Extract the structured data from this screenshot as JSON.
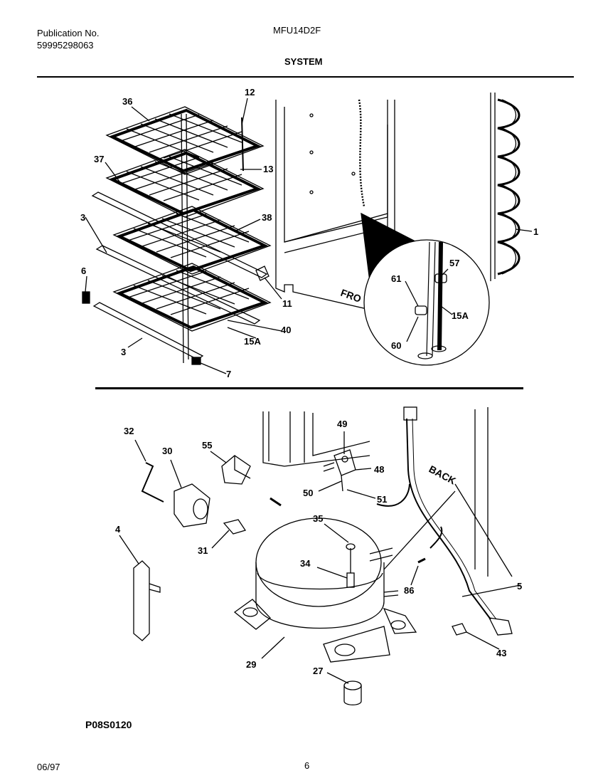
{
  "header": {
    "publication_label": "Publication No.",
    "publication_number": "59995298063",
    "model": "MFU14D2F",
    "section_title": "SYSTEM"
  },
  "callouts": {
    "c36": "36",
    "c12": "12",
    "c37": "37",
    "c13": "13",
    "c38": "38",
    "c3a": "3",
    "c3b": "3",
    "c6": "6",
    "c11": "11",
    "c40": "40",
    "c15a": "15A",
    "c7": "7",
    "c1": "1",
    "c61": "61",
    "c57": "57",
    "c15a_detail": "15A",
    "c60": "60",
    "c32": "32",
    "c30": "30",
    "c55": "55",
    "c49": "49",
    "c48": "48",
    "c50": "50",
    "c51": "51",
    "c4": "4",
    "c35": "35",
    "c31": "31",
    "c34": "34",
    "c86": "86",
    "c5": "5",
    "c43": "43",
    "c29": "29",
    "c27": "27"
  },
  "labels": {
    "front": "FRO",
    "back": "BACK"
  },
  "footer": {
    "figure_code": "P08S0120",
    "date": "06/97",
    "page": "6"
  }
}
